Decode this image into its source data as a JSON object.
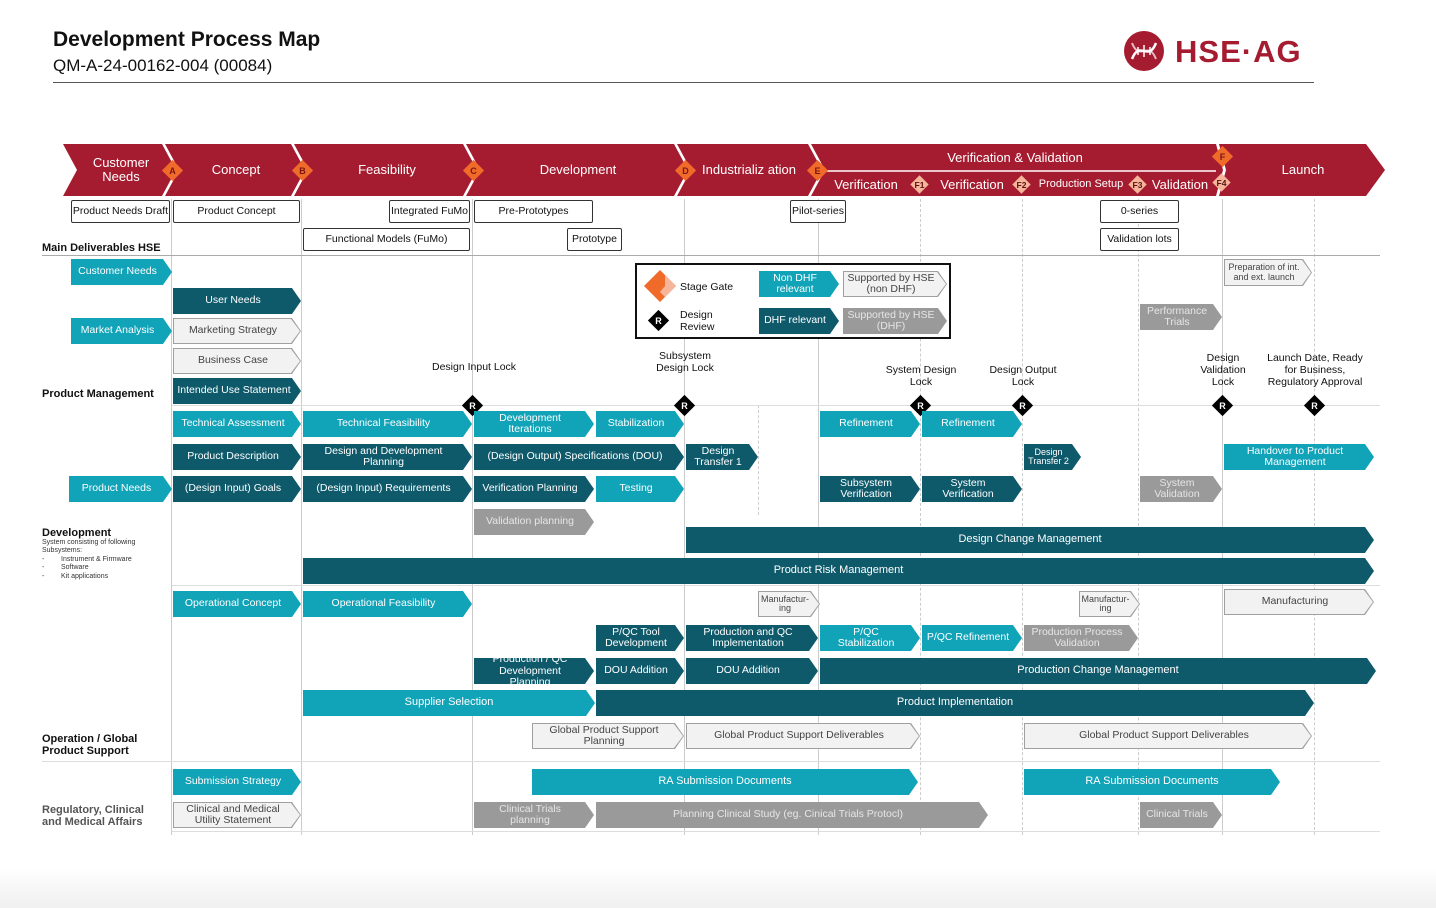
{
  "header": {
    "title": "Development Process Map",
    "subtitle": "QM-A-24-00162-004 (00084)",
    "logo_text": "HSE·AG"
  },
  "colors": {
    "stage_red": "#a51c30",
    "gate_orange": "#f06a2a",
    "cyan": "#11a3b8",
    "teal": "#0e5a6b",
    "gray": "#9a9a9a"
  },
  "stages": {
    "customer_needs": "Customer Needs",
    "concept": "Concept",
    "feasibility": "Feasibility",
    "development": "Development",
    "industrialization": "Industrializ ation",
    "verification_validation": "Verification & Validation",
    "verification_1": "Verification",
    "verification_2": "Verification",
    "production_setup": "Production Setup",
    "validation": "Validation",
    "launch": "Launch"
  },
  "gates": {
    "a": "A",
    "b": "B",
    "c": "C",
    "d": "D",
    "e": "E",
    "f": "F",
    "f1": "F1",
    "f2": "F2",
    "f3": "F3",
    "f4": "F4"
  },
  "deliverables": {
    "product_needs_draft": "Product Needs Draft",
    "product_concept": "Product Concept",
    "integrated_fumo": "Integrated FuMo",
    "functional_models": "Functional Models (FuMo)",
    "pre_prototypes": "Pre-Prototypes",
    "prototype": "Prototype",
    "pilot_series": "Pilot-series",
    "zero_series": "0-series",
    "validation_lots": "Validation lots"
  },
  "row_labels": {
    "main_deliverables": "Main Deliverables HSE",
    "product_management": "Product Management",
    "development": "Development",
    "development_note": "System consisting of following Subsystems:",
    "sub_instrument": "Instrument & Firmware",
    "sub_software": "Software",
    "sub_kit": "Kit applications",
    "operation": "Operation / Global Product Support",
    "regulatory": "Regulatory, Clinical and Medical Affairs"
  },
  "milestones": {
    "design_input_lock": "Design Input Lock",
    "subsystem_design_lock": "Subsystem Design Lock",
    "system_design_lock": "System Design Lock",
    "design_output_lock": "Design Output Lock",
    "design_validation_lock": "Design Validation Lock",
    "launch_date": "Launch Date, Ready for Business, Regulatory Approval",
    "r": "R"
  },
  "legend": {
    "stage_gate": "Stage Gate",
    "design_review": "Design Review",
    "r": "R",
    "non_dhf": "Non DHF relevant",
    "dhf": "DHF relevant",
    "supported_non_dhf": "Supported by HSE (non DHF)",
    "supported_dhf": "Supported by HSE (DHF)"
  },
  "activities": {
    "customer_needs": "Customer Needs",
    "preparation_launch": "Preparation of int. and ext. launch",
    "user_needs": "User Needs",
    "performance_trials": "Performance Trials",
    "market_analysis": "Market Analysis",
    "marketing_strategy": "Marketing Strategy",
    "business_case": "Business Case",
    "intended_use": "Intended Use Statement",
    "technical_assessment": "Technical Assessment",
    "technical_feasibility": "Technical Feasibility",
    "development_iterations": "Development Iterations",
    "stabilization": "Stabilization",
    "refinement_1": "Refinement",
    "refinement_2": "Refinement",
    "product_description": "Product Description",
    "design_dev_planning": "Design and Development Planning",
    "design_output_specs": "(Design Output) Specifications (DOU)",
    "design_transfer_1": "Design Transfer 1",
    "design_transfer_2": "Design Transfer 2",
    "handover": "Handover to Product Management",
    "product_needs": "Product Needs",
    "design_input_goals": "(Design Input) Goals",
    "design_input_requirements": "(Design Input) Requirements",
    "verification_planning": "Verification Planning",
    "testing": "Testing",
    "subsystem_verification": "Subsystem Verification",
    "system_verification": "System Verification",
    "system_validation": "System Validation",
    "validation_planning": "Validation planning",
    "design_change_mgmt": "Design Change Management",
    "product_risk_mgmt": "Product Risk Management",
    "operational_concept": "Operational Concept",
    "operational_feasibility": "Operational Feasibility",
    "manufacturing_1": "Manufactur-ing",
    "manufacturing_2": "Manufactur-ing",
    "manufacturing": "Manufacturing",
    "pqc_tool_dev": "P/QC Tool Development",
    "production_qc_impl": "Production and QC Implementation",
    "pqc_stabilization": "P/QC Stabilization",
    "pqc_refinement": "P/QC Refinement",
    "production_process_validation": "Production Process Validation",
    "production_qc_dev_planning": "Production / QC Development Planning",
    "dou_addition_1": "DOU Addition",
    "dou_addition_2": "DOU Addition",
    "production_change_mgmt": "Production Change Management",
    "supplier_selection": "Supplier Selection",
    "product_implementation": "Product Implementation",
    "gps_planning": "Global Product Support Planning",
    "gps_deliverables_1": "Global Product Support Deliverables",
    "gps_deliverables_2": "Global Product Support Deliverables",
    "submission_strategy": "Submission Strategy",
    "ra_submission_1": "RA Submission Documents",
    "ra_submission_2": "RA Submission Documents",
    "clinical_utility": "Clinical and Medical Utility Statement",
    "clinical_trials_planning": "Clinical Trials planning",
    "planning_clinical_study": "Planning Clinical Study (eg. Cinical Trials Protocl)",
    "clinical_trials": "Clinical Trials"
  }
}
